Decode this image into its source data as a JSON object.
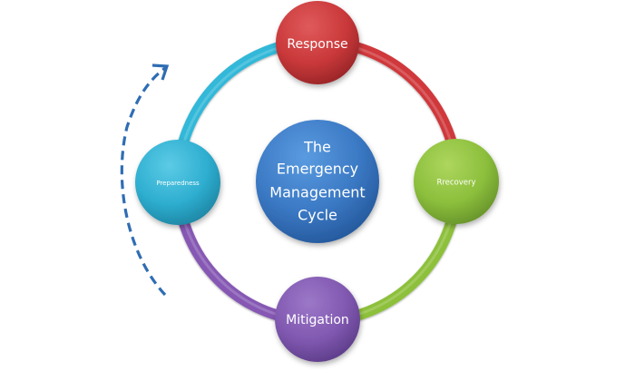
{
  "title": "The Emergency Management Cycle",
  "center": {
    "lines": [
      "The",
      "Emergency",
      "Management",
      "Cycle"
    ],
    "color": "#3a78c3"
  },
  "nodes": [
    {
      "id": "response",
      "label": "Response",
      "position": "top",
      "color": "#c9383a"
    },
    {
      "id": "recovery",
      "label": "Rrecovery",
      "position": "right",
      "color": "#8cbf3c"
    },
    {
      "id": "mitigation",
      "label": "Mitigation",
      "position": "bottom",
      "color": "#8058b0"
    },
    {
      "id": "preparedness",
      "label": "Preparedness",
      "position": "left",
      "color": "#2eaed0"
    }
  ],
  "arcs": [
    {
      "from": "response",
      "to": "recovery",
      "color": "#d0393b"
    },
    {
      "from": "recovery",
      "to": "mitigation",
      "color": "#8dc03a"
    },
    {
      "from": "mitigation",
      "to": "preparedness",
      "color": "#8658b4"
    },
    {
      "from": "preparedness",
      "to": "response",
      "color": "#33b8d8"
    }
  ],
  "flow_arrow": {
    "style": "dashed",
    "direction": "clockwise-up",
    "color": "#2f6db3"
  }
}
